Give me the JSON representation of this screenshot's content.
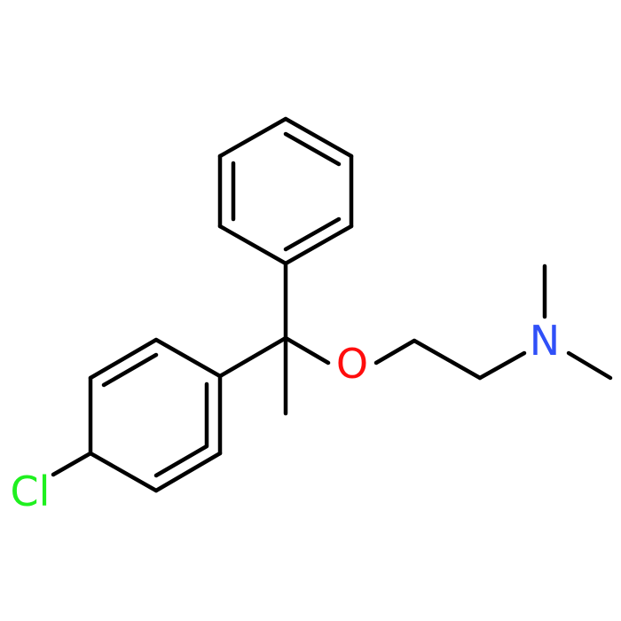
{
  "molecule": {
    "atoms": {
      "O": {
        "text": "O",
        "color": "#ff0d0d"
      },
      "N": {
        "text": "N",
        "color": "#3050f8"
      },
      "Cl": {
        "text": "Cl",
        "color": "#1ff01f"
      }
    },
    "bond_color": "#000000"
  }
}
